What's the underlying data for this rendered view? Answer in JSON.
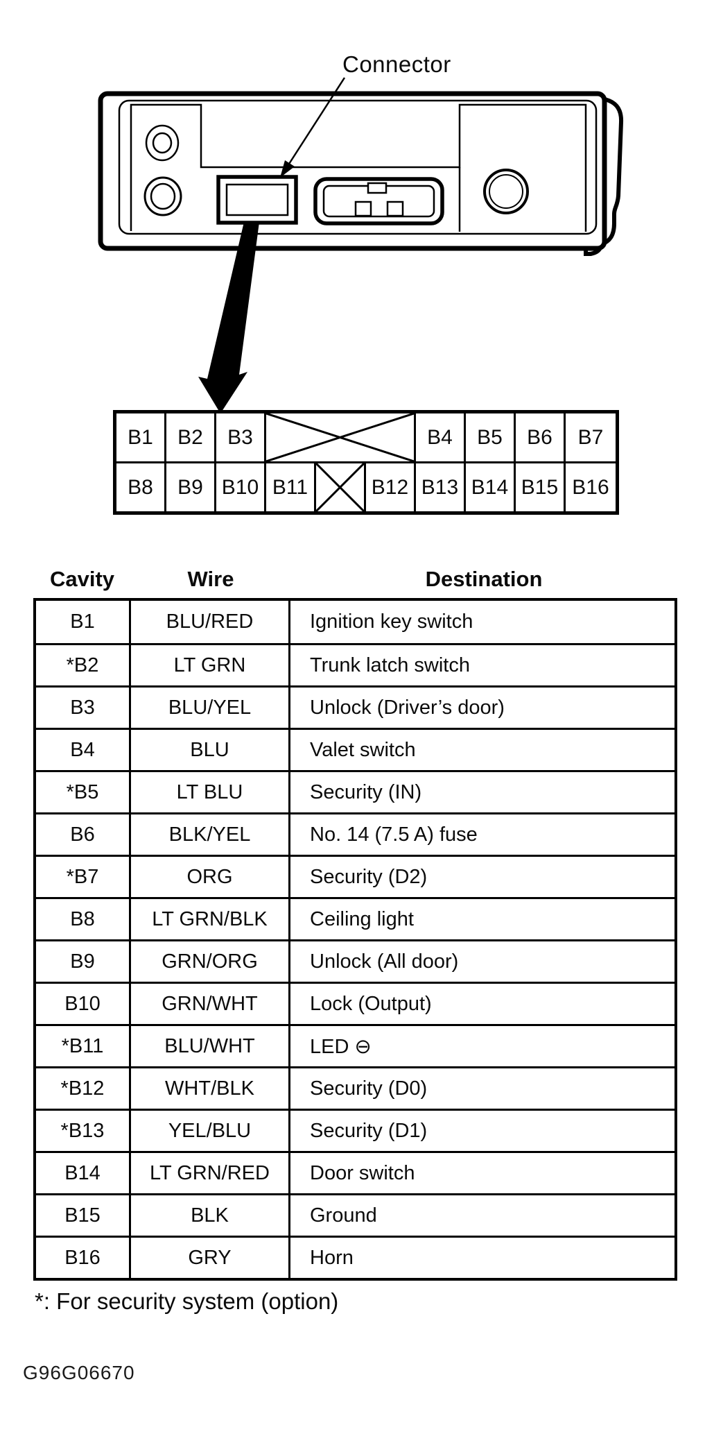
{
  "diagram": {
    "connector_label": "Connector"
  },
  "pin_grid": {
    "rows": [
      {
        "cells": [
          {
            "label": "B1"
          },
          {
            "label": "B2"
          },
          {
            "label": "B3"
          },
          {
            "label": "",
            "crossed": true,
            "span": 3
          },
          {
            "label": "B4"
          },
          {
            "label": "B5"
          },
          {
            "label": "B6"
          },
          {
            "label": "B7"
          }
        ]
      },
      {
        "cells": [
          {
            "label": "B8"
          },
          {
            "label": "B9"
          },
          {
            "label": "B10"
          },
          {
            "label": "B11"
          },
          {
            "label": "",
            "crossed": true
          },
          {
            "label": "B12"
          },
          {
            "label": "B13"
          },
          {
            "label": "B14"
          },
          {
            "label": "B15"
          },
          {
            "label": "B16"
          }
        ]
      }
    ]
  },
  "table": {
    "headers": [
      "Cavity",
      "Wire",
      "Destination"
    ],
    "rows": [
      {
        "cavity": "B1",
        "wire": "BLU/RED",
        "destination": "Ignition key switch"
      },
      {
        "cavity": "*B2",
        "wire": "LT GRN",
        "destination": "Trunk latch switch"
      },
      {
        "cavity": "B3",
        "wire": "BLU/YEL",
        "destination": "Unlock (Driver’s door)"
      },
      {
        "cavity": "B4",
        "wire": "BLU",
        "destination": "Valet switch"
      },
      {
        "cavity": "*B5",
        "wire": "LT BLU",
        "destination": "Security (IN)"
      },
      {
        "cavity": "B6",
        "wire": "BLK/YEL",
        "destination": "No. 14 (7.5 A) fuse"
      },
      {
        "cavity": "*B7",
        "wire": "ORG",
        "destination": "Security (D2)"
      },
      {
        "cavity": "B8",
        "wire": "LT GRN/BLK",
        "destination": "Ceiling light"
      },
      {
        "cavity": "B9",
        "wire": "GRN/ORG",
        "destination": "Unlock (All door)"
      },
      {
        "cavity": "B10",
        "wire": "GRN/WHT",
        "destination": "Lock (Output)"
      },
      {
        "cavity": "*B11",
        "wire": "BLU/WHT",
        "destination": "LED ⊖"
      },
      {
        "cavity": "*B12",
        "wire": "WHT/BLK",
        "destination": "Security (D0)"
      },
      {
        "cavity": "*B13",
        "wire": "YEL/BLU",
        "destination": "Security (D1)"
      },
      {
        "cavity": "B14",
        "wire": "LT GRN/RED",
        "destination": "Door switch"
      },
      {
        "cavity": "B15",
        "wire": "BLK",
        "destination": "Ground"
      },
      {
        "cavity": "B16",
        "wire": "GRY",
        "destination": "Horn"
      }
    ]
  },
  "footnote": "*: For security system (option)",
  "doc_code": "G96G06670",
  "colors": {
    "ink": "#000000",
    "paper": "#ffffff"
  }
}
